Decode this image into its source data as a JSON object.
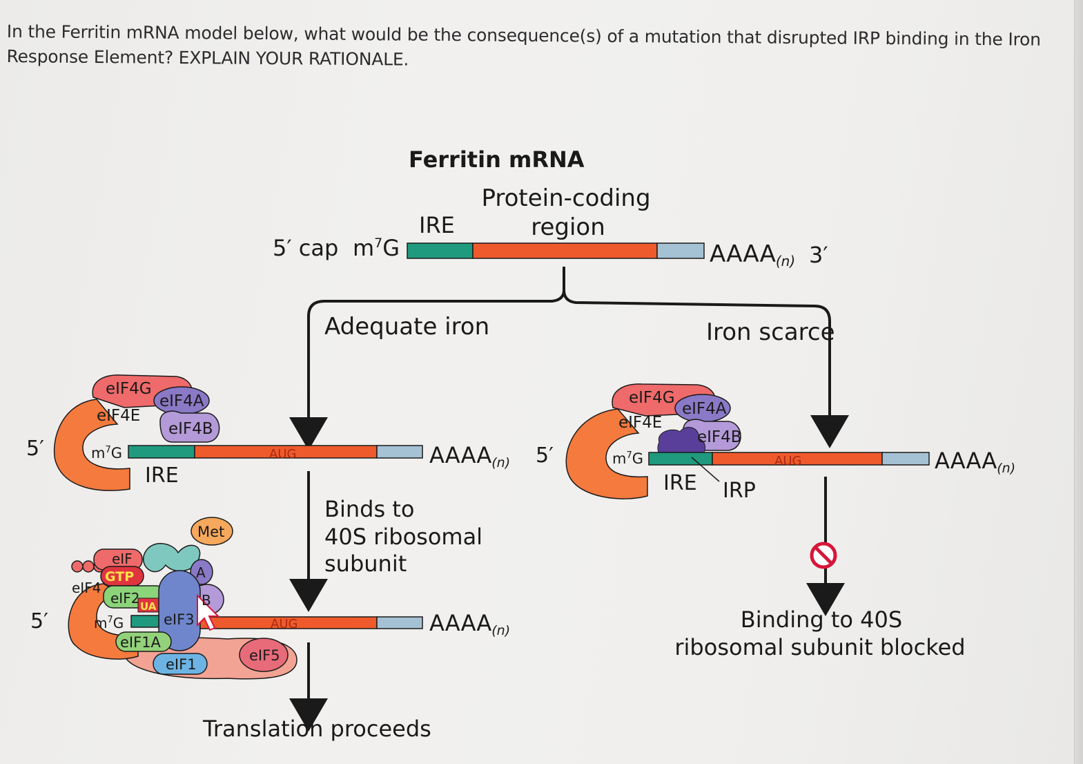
{
  "question": "In the Ferritin mRNA model below, what would be the consequence(s) of a mutation that disrupted IRP binding in the Iron Response Element? EXPLAIN YOUR RATIONALE.",
  "figure": {
    "title": "Ferritin mRNA",
    "top_mrna": {
      "cap": "5′ cap",
      "m7g_base": "m",
      "m7g_sup": "7",
      "m7g_g": "G",
      "ire": "IRE",
      "coding_line1": "Protein-coding",
      "coding_line2": "region",
      "polyA": "AAAA",
      "polyA_sub": "(n)",
      "three_prime": "3′"
    },
    "left_branch": {
      "condition": "Adequate iron",
      "five_prime": "5′",
      "m7g_base": "m",
      "m7g_sup": "7",
      "m7g_g": "G",
      "aug": "AUG",
      "polyA": "AAAA",
      "polyA_sub": "(n)",
      "ire": "IRE",
      "factors": {
        "eif4g": "eIF4G",
        "eif4e": "eIF4E",
        "eif4a": "eIF4A",
        "eif4b": "eIF4B"
      },
      "step_line1": "Binds to",
      "step_line2": "40S ribosomal",
      "step_line3": "subunit",
      "complex": {
        "met": "Met",
        "eif2_top": "eIF",
        "gtp": "GTP",
        "eif4": "eIF4",
        "eif2": "eIF2",
        "ua": "UA",
        "eif3": "eIF3",
        "a": "A",
        "b": "B",
        "eif1a": "eIF1A",
        "eif1": "eIF1",
        "eif5": "eIF5",
        "five_prime": "5′",
        "m7g_base": "m",
        "m7g_sup": "7",
        "m7g_g": "G",
        "aug": "AUG",
        "polyA": "AAAA",
        "polyA_sub": "(n)"
      },
      "outcome": "Translation proceeds"
    },
    "right_branch": {
      "condition": "Iron scarce",
      "five_prime": "5′",
      "m7g_base": "m",
      "m7g_sup": "7",
      "m7g_g": "G",
      "aug": "AUG",
      "polyA": "AAAA",
      "polyA_sub": "(n)",
      "ire": "IRE",
      "irp": "IRP",
      "factors": {
        "eif4g": "eIF4G",
        "eif4e": "eIF4E",
        "eif4a": "eIF4A",
        "eif4b": "eIF4B"
      },
      "outcome_line1": "Binding to 40S",
      "outcome_line2": "ribosomal subunit blocked"
    },
    "colors": {
      "ire_green": "#1f9a7e",
      "coding_orange": "#ef5a2c",
      "utr_blue": "#a5c2d4",
      "eif4e_orange": "#f47a3e",
      "eif4g_pink": "#ef6a6a",
      "eif4a_purple": "#8a79c6",
      "eif4b_lilac": "#b49ad8",
      "irp_purple": "#5a3f9a",
      "met_orange": "#f6a85c",
      "eif3_blue": "#6f86cc",
      "eif1a_green": "#93d17a",
      "eif1_blue": "#6db4e4",
      "eif5_rose": "#e86b7a",
      "ribosome_pink": "#f3a393",
      "block_red": "#d6163a"
    }
  }
}
